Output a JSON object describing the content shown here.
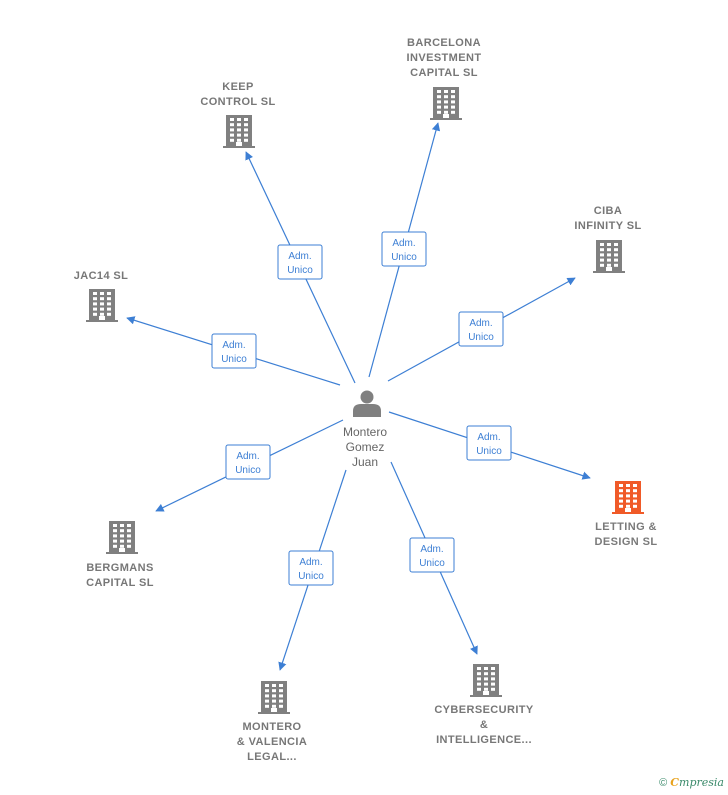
{
  "center": {
    "name": "Montero\nGomez\nJuan",
    "icon": "person-icon"
  },
  "role_label": "Adm.\nUnico",
  "companies": [
    {
      "id": "keep-control",
      "name": "KEEP\nCONTROL SL",
      "role": "Adm.\nUnico",
      "highlight": false
    },
    {
      "id": "barcelona-investment",
      "name": "BARCELONA\nINVESTMENT\nCAPITAL  SL",
      "role": "Adm.\nUnico",
      "highlight": false
    },
    {
      "id": "ciba-infinity",
      "name": "CIBA\nINFINITY  SL",
      "role": "Adm.\nUnico",
      "highlight": false
    },
    {
      "id": "jac14",
      "name": "JAC14  SL",
      "role": "Adm.\nUnico",
      "highlight": false
    },
    {
      "id": "letting-design",
      "name": "LETTING &\nDESIGN  SL",
      "role": "Adm.\nUnico",
      "highlight": true
    },
    {
      "id": "bergmans-capital",
      "name": "BERGMANS\nCAPITAL  SL",
      "role": "Adm.\nUnico",
      "highlight": false
    },
    {
      "id": "montero-valencia",
      "name": "MONTERO\n& VALENCIA\nLEGAL...",
      "role": "Adm.\nUnico",
      "highlight": false
    },
    {
      "id": "cybersecurity",
      "name": "CYBERSECURITY\n&\nINTELLIGENCE...",
      "role": "Adm.\nUnico",
      "highlight": false
    }
  ],
  "colors": {
    "edge": "#3d7fd4",
    "building": "#808080",
    "building_highlight": "#f05a28",
    "person": "#808080"
  },
  "footer": {
    "copyright": "©",
    "brand_first": "C",
    "brand_rest": "mpresia"
  }
}
